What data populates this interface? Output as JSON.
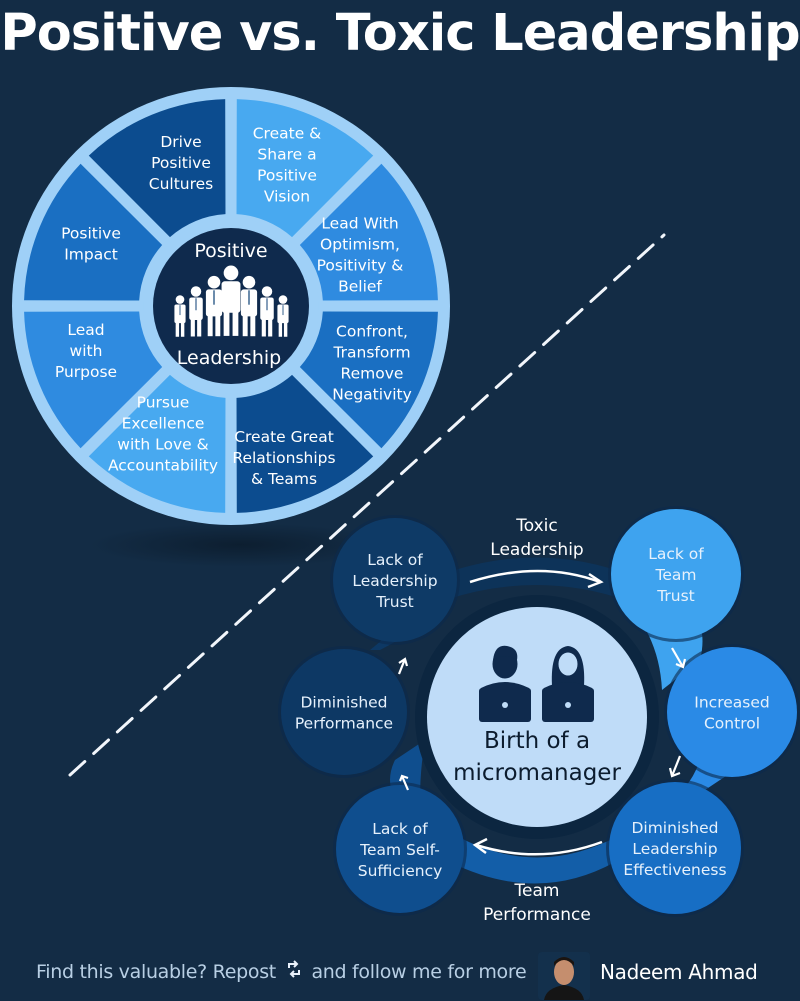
{
  "title": "Positive vs. Toxic Leadership",
  "colors": {
    "background": "#132c45",
    "rim": "#9fd0f7",
    "hub": "#0f2a4d",
    "seg_light": "#48a9f0",
    "seg_medlight": "#2f8be0",
    "seg_medium": "#1a6fc2",
    "seg_dark": "#0c4c8f",
    "micromanager_core": "#bfdcf8"
  },
  "positive_wheel": {
    "hub_top": "Positive",
    "hub_bottom": "Leadership",
    "hub_icon": "people-group-icon",
    "segments": [
      {
        "lines": [
          "Create &",
          "Share a",
          "Positive",
          "Vision"
        ],
        "shade": "light"
      },
      {
        "lines": [
          "Lead With",
          "Optimism,",
          "Positivity &",
          "Belief"
        ],
        "shade": "medlight"
      },
      {
        "lines": [
          "Confront,",
          "Transform",
          "Remove",
          "Negativity"
        ],
        "shade": "medium"
      },
      {
        "lines": [
          "Create Great",
          "Relationships",
          "& Teams"
        ],
        "shade": "dark"
      },
      {
        "lines": [
          "Pursue",
          "Excellence",
          "with Love &",
          "Accountability"
        ],
        "shade": "light"
      },
      {
        "lines": [
          "Lead",
          "with",
          "Purpose"
        ],
        "shade": "medlight"
      },
      {
        "lines": [
          "Positive",
          "Impact"
        ],
        "shade": "medium"
      },
      {
        "lines": [
          "Drive",
          "Positive",
          "Cultures"
        ],
        "shade": "dark"
      }
    ]
  },
  "toxic_cycle": {
    "core_lines": [
      "Birth of a",
      "micromanager"
    ],
    "core_icon": "workers-at-laptops-icon",
    "top_label": [
      "Toxic",
      "Leadership"
    ],
    "bottom_label": [
      "Team",
      "Performance"
    ],
    "nodes": [
      {
        "lines": [
          "Lack of",
          "Leadership",
          "Trust"
        ],
        "color": "#0e3a66"
      },
      {
        "lines": [
          "Lack of",
          "Team",
          "Trust"
        ],
        "color": "#3ea3ef"
      },
      {
        "lines": [
          "Increased",
          "Control"
        ],
        "color": "#2a8ae6"
      },
      {
        "lines": [
          "Diminished",
          "Leadership",
          "Effectiveness"
        ],
        "color": "#176ec4"
      },
      {
        "lines": [
          "Lack of",
          "Team Self-",
          "Sufficiency"
        ],
        "color": "#0f4e8e"
      },
      {
        "lines": [
          "Diminished",
          "Performance"
        ],
        "color": "#0d3864"
      }
    ]
  },
  "footer": {
    "cta_before": "Find this valuable? Repost",
    "repost_icon": "repost-icon",
    "cta_after": "and follow me for more",
    "author": "Nadeem Ahmad"
  }
}
